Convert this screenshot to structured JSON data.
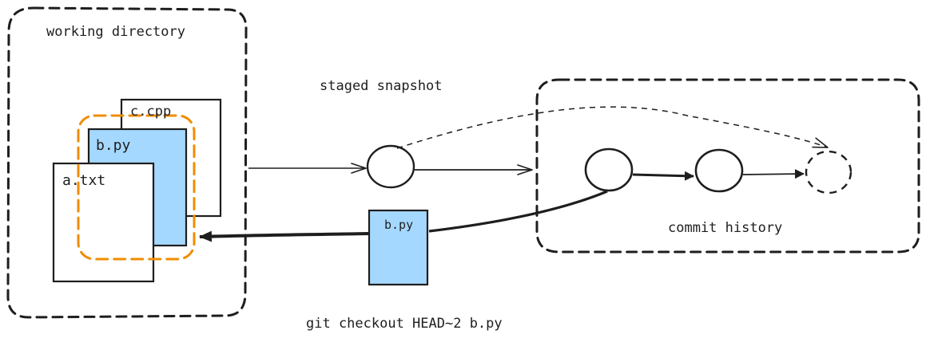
{
  "labels": {
    "working_directory": "working directory",
    "staged_snapshot": "staged snapshot",
    "commit_history": "commit history",
    "command": "git checkout HEAD~2 b.py"
  },
  "files": {
    "c_cpp": "c.cpp",
    "b_py": "b.py",
    "a_txt": "a.txt",
    "restored_b_py": "b.py"
  },
  "colors": {
    "stroke": "#1e1e1e",
    "file_fill": "#a5d8ff",
    "highlight": "#f08c00",
    "paper": "#ffffff"
  }
}
